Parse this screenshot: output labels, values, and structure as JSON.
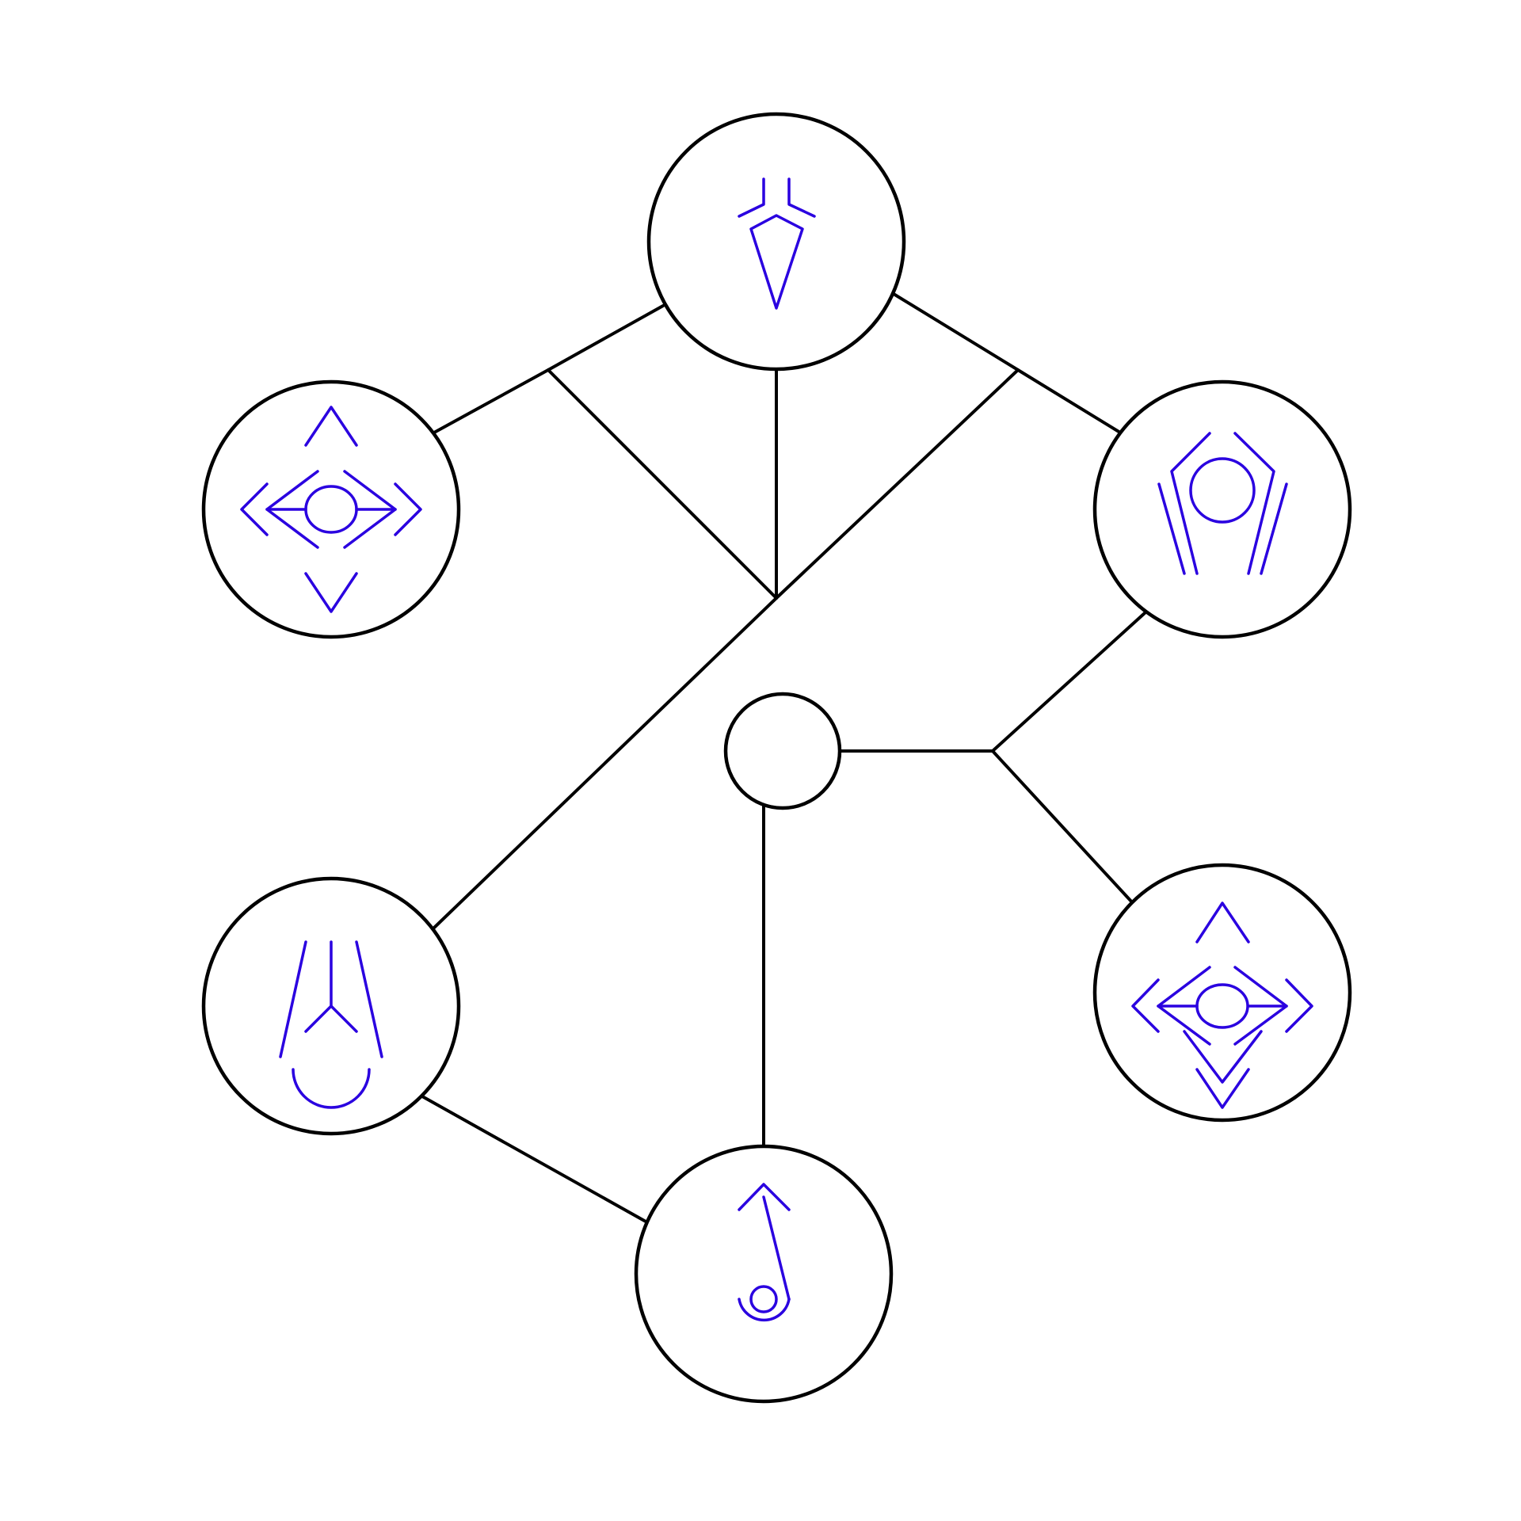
{
  "colors": {
    "background": "#ffffff",
    "edge": "#000000",
    "node_outline": "#000000",
    "glyph": "#2a00e0"
  },
  "nodes": [
    {
      "id": "top",
      "glyph": "split-kite-glyph"
    },
    {
      "id": "upper-left",
      "glyph": "eye-compass-glyph"
    },
    {
      "id": "upper-right",
      "glyph": "ring-arch-glyph"
    },
    {
      "id": "center",
      "glyph": "empty-junction"
    },
    {
      "id": "lower-left",
      "glyph": "bowl-fork-glyph"
    },
    {
      "id": "lower-right",
      "glyph": "eye-compass-chevron-glyph"
    },
    {
      "id": "bottom",
      "glyph": "hook-ring-glyph"
    }
  ],
  "edges": [
    {
      "from": "top",
      "to": "upper-left"
    },
    {
      "from": "top",
      "to": "upper-right"
    },
    {
      "from": "top",
      "to": "lower-left"
    },
    {
      "from": "center",
      "to": "upper-right"
    },
    {
      "from": "center",
      "to": "lower-right"
    },
    {
      "from": "center",
      "to": "bottom"
    },
    {
      "from": "lower-left",
      "to": "bottom"
    }
  ]
}
